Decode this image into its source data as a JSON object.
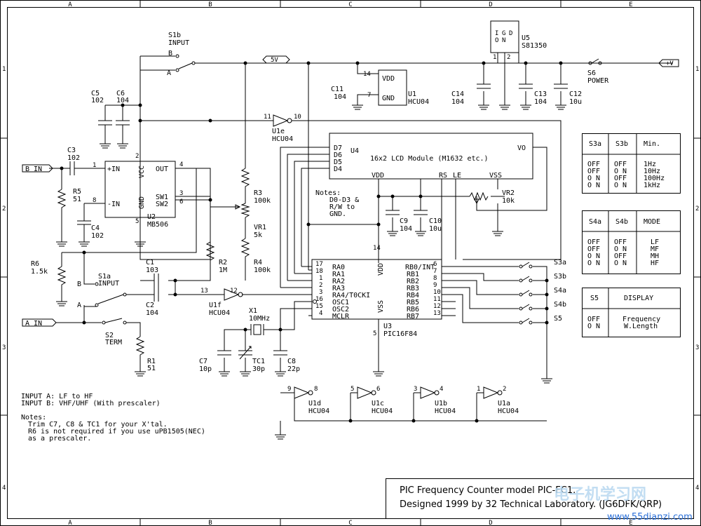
{
  "grid": {
    "cols": [
      "A",
      "B",
      "C",
      "D",
      "E"
    ],
    "rows": [
      "1",
      "2",
      "3",
      "4"
    ]
  },
  "net_5v": "5V",
  "net_plusv": "+V",
  "in_b": "B IN",
  "in_a": "A IN",
  "parts": {
    "s1b": [
      "S1b",
      "INPUT"
    ],
    "s1a": [
      "S1a",
      "INPUT"
    ],
    "s2": [
      "S2",
      "TERM"
    ],
    "s6": [
      "S6",
      "POWER"
    ],
    "c5": [
      "C5",
      "102"
    ],
    "c6": [
      "C6",
      "104"
    ],
    "c3": [
      "C3",
      "102"
    ],
    "c4": [
      "C4",
      "102"
    ],
    "c1": [
      "C1",
      "103"
    ],
    "c2": [
      "C2",
      "104"
    ],
    "c7": [
      "C7",
      "10p"
    ],
    "c8": [
      "C8",
      "22p"
    ],
    "c9": [
      "C9",
      "104"
    ],
    "c10": [
      "C10",
      "10u"
    ],
    "c11": [
      "C11",
      "104"
    ],
    "c12": [
      "C12",
      "10u"
    ],
    "c13": [
      "C13",
      "104"
    ],
    "c14": [
      "C14",
      "104"
    ],
    "r1": [
      "R1",
      "51"
    ],
    "r2": [
      "R2",
      "1M"
    ],
    "r3": [
      "R3",
      "100k"
    ],
    "r4": [
      "R4",
      "100k"
    ],
    "r5": [
      "R5",
      "51"
    ],
    "r6": [
      "R6",
      "1.5k"
    ],
    "vr1": [
      "VR1",
      "5k"
    ],
    "vr2": [
      "VR2",
      "10k"
    ],
    "x1": [
      "X1",
      "10MHz"
    ],
    "tc1": [
      "TC1",
      "30p"
    ],
    "u1": [
      "U1",
      "HCU04"
    ],
    "u1a": [
      "U1a",
      "HCU04"
    ],
    "u1b": [
      "U1b",
      "HCU04"
    ],
    "u1c": [
      "U1c",
      "HCU04"
    ],
    "u1d": [
      "U1d",
      "HCU04"
    ],
    "u1e": [
      "U1e",
      "HCU04"
    ],
    "u1f": [
      "U1f",
      "HCU04"
    ],
    "u2": [
      "U2",
      "MB506"
    ],
    "u3": [
      "U3",
      "PIC16F84"
    ],
    "u4": [
      "U4",
      "16x2 LCD Module (M1632 etc.)"
    ],
    "u5": [
      "U5",
      "S81350"
    ]
  },
  "u2_pins": {
    "inp": "+IN",
    "inm": "-IN",
    "vcc": "VCC",
    "gnd": "GND",
    "out": "OUT",
    "sw1": "SW1",
    "sw2": "SW2"
  },
  "u3_left": [
    "RA0",
    "RA1",
    "RA2",
    "RA3",
    "RA4/T0CKI",
    "OSC1",
    "OSC2",
    "MCLR"
  ],
  "u3_left_pins": [
    "17",
    "18",
    "1",
    "2",
    "3",
    "16",
    "15",
    "4"
  ],
  "u3_right": [
    "RB0/INT",
    "RB1",
    "RB2",
    "RB3",
    "RB4",
    "RB5",
    "RB6",
    "RB7"
  ],
  "u3_right_pins": [
    "6",
    "7",
    "8",
    "9",
    "10",
    "11",
    "12",
    "13"
  ],
  "u3_vdd": "VDD",
  "u3_vss": "VSS",
  "u4_pins": [
    "D7",
    "D6",
    "D5",
    "D4",
    "VO",
    "VDD",
    "RS",
    "LE",
    "VSS"
  ],
  "u1_pins": {
    "vdd": "VDD",
    "gnd": "GND"
  },
  "u5_pins": [
    "I",
    "O",
    "G",
    "N",
    "D"
  ],
  "sw_labels": [
    "S3a",
    "S3b",
    "S4a",
    "S4b",
    "S5"
  ],
  "notes_lcd": [
    "Notes:",
    "D0-D3 &",
    "R/W to",
    "GND."
  ],
  "input_notes": [
    "INPUT A: LF to HF",
    "INPUT B: VHF/UHF (With prescaler)"
  ],
  "notes": [
    "Notes:",
    "Trim C7, C8 & TC1 for your X'tal.",
    "R6 is not required if you use uPB1505(NEC)",
    "as a prescaler."
  ],
  "table1": {
    "head": [
      "S3a",
      "S3b",
      "Min."
    ],
    "rows": [
      [
        "OFF",
        "OFF",
        "1Hz"
      ],
      [
        "OFF",
        "O N",
        "10Hz"
      ],
      [
        "O N",
        "OFF",
        "100Hz"
      ],
      [
        "O N",
        "O N",
        "1kHz"
      ]
    ]
  },
  "table2": {
    "head": [
      "S4a",
      "S4b",
      "MODE"
    ],
    "rows": [
      [
        "OFF",
        "OFF",
        "LF"
      ],
      [
        "OFF",
        "O N",
        "MF"
      ],
      [
        "O N",
        "OFF",
        "MH"
      ],
      [
        "O N",
        "O N",
        "HF"
      ]
    ]
  },
  "table3": {
    "head": [
      "S5",
      "DISPLAY"
    ],
    "rows": [
      [
        "OFF",
        "Frequency"
      ],
      [
        "O N",
        "W.Length"
      ]
    ]
  },
  "title": [
    "PIC Frequency Counter model PIC-FC1.",
    "Designed 1999 by 32 Technical Laboratory. (JG6DFK/QRP)"
  ],
  "watermark": "www.55dianzi.com",
  "watermark_cn": "电子机学习网"
}
